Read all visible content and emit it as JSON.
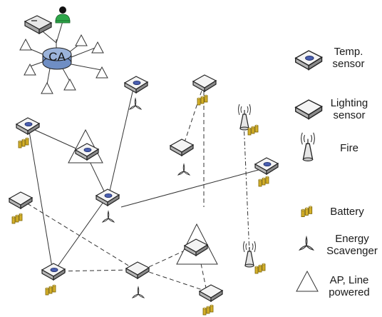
{
  "ca_label": "CA",
  "legend": {
    "temp_sensor": "Temp.\nsensor",
    "lighting_sensor": "Lighting\nsensor",
    "fire": "Fire",
    "battery": "Battery",
    "energy_scavenger": "Energy\nScavenger",
    "ap_line_powered": "AP, Line\npowered"
  },
  "colors": {
    "sensor_top": "#f2f2f2",
    "sensor_side": "#9a9a9a",
    "temp_indicator": "#4a5fb0",
    "battery": "#d4b02a",
    "ca_fill": "#7e9bc9",
    "user_green": "#2ea84a"
  }
}
